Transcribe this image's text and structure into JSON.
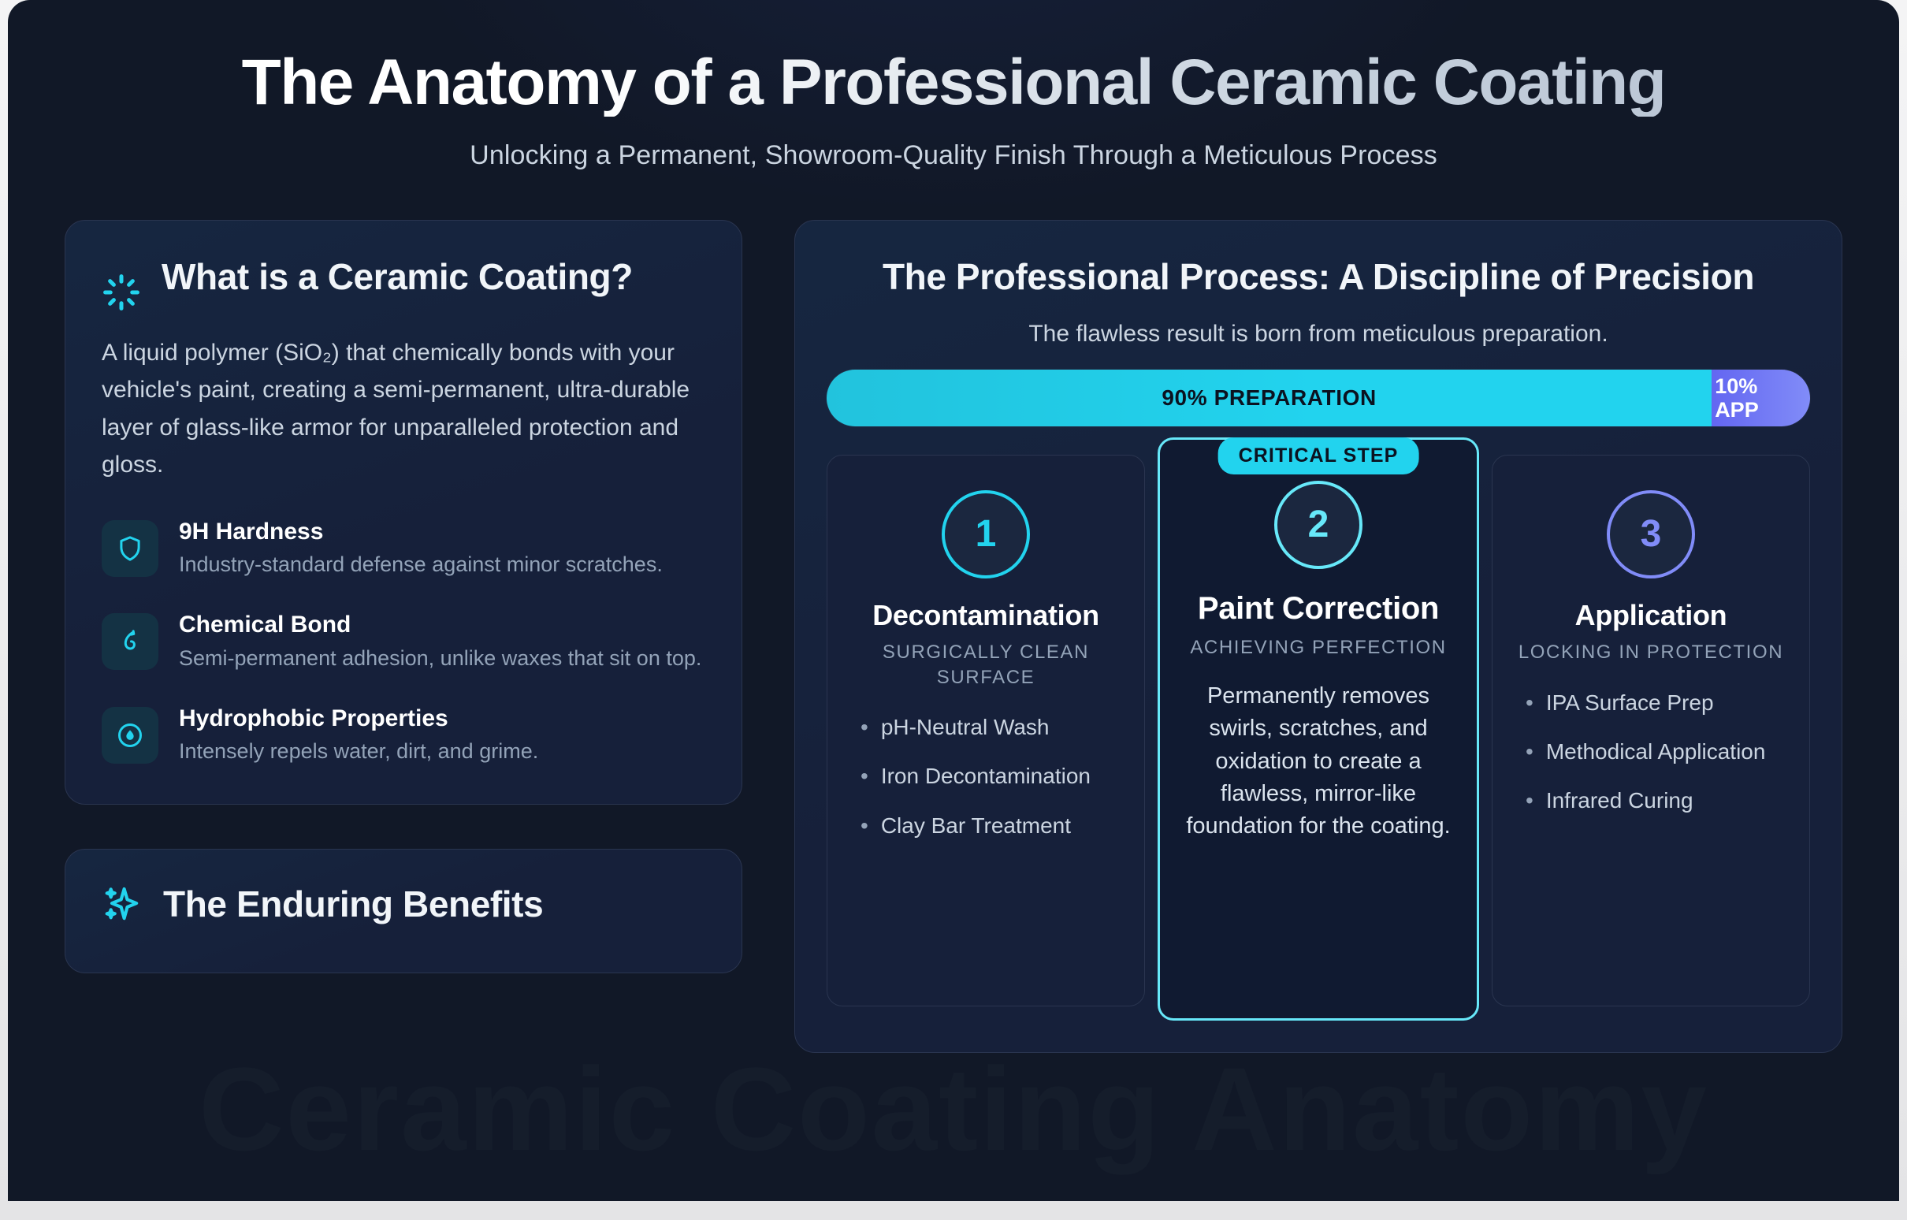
{
  "hero": {
    "title": "The Anatomy of a Professional Ceramic Coating",
    "subtitle": "Unlocking a Permanent, Showroom-Quality Finish Through a Meticulous Process"
  },
  "watermark": {
    "text": "Ceramic Coating Anatomy"
  },
  "definition_card": {
    "icon": "atom-spinner-icon",
    "title": "What is a Ceramic Coating?",
    "body": "A liquid polymer (SiO₂) that chemically bonds with your vehicle's paint, creating a semi-permanent, ultra-durable layer of glass-like armor for unparalleled protection and gloss.",
    "features": [
      {
        "icon": "shield-icon",
        "title": "9H Hardness",
        "desc": "Industry-standard defense against minor scratches."
      },
      {
        "icon": "bond-link-icon",
        "title": "Chemical Bond",
        "desc": "Semi-permanent adhesion, unlike waxes that sit on top."
      },
      {
        "icon": "water-droplet-circle-icon",
        "title": "Hydrophobic Properties",
        "desc": "Intensely repels water, dirt, and grime."
      }
    ]
  },
  "benefits_card": {
    "icon": "sparkles-icon",
    "title": "The Enduring Benefits"
  },
  "process_panel": {
    "title": "The Professional Process: A Discipline of Precision",
    "subtitle": "The flawless result is born from meticulous preparation.",
    "ratio_bar": {
      "prep_label": "90% PREPARATION",
      "prep_percent": 90,
      "app_label_line1": "10%",
      "app_label_line2": "APP",
      "app_percent": 10,
      "prep_color": "#22d3ee",
      "app_color": "#6366f1"
    },
    "critical_badge": "CRITICAL STEP",
    "steps": [
      {
        "number": "1",
        "name": "Decontamination",
        "tag": "Surgically Clean Surface",
        "accent": "#22d3ee",
        "featured": false,
        "items": [
          "pH-Neutral Wash",
          "Iron Decontamination",
          "Clay Bar Treatment"
        ],
        "description": ""
      },
      {
        "number": "2",
        "name": "Paint Correction",
        "tag": "Achieving Perfection",
        "accent": "#67e8f9",
        "featured": true,
        "items": [],
        "description": "Permanently removes swirls, scratches, and oxidation to create a flawless, mirror-like foundation for the coating."
      },
      {
        "number": "3",
        "name": "Application",
        "tag": "Locking In Protection",
        "accent": "#818cf8",
        "featured": false,
        "items": [
          "IPA Surface Prep",
          "Methodical Application",
          "Infrared Curing"
        ],
        "description": ""
      }
    ]
  }
}
